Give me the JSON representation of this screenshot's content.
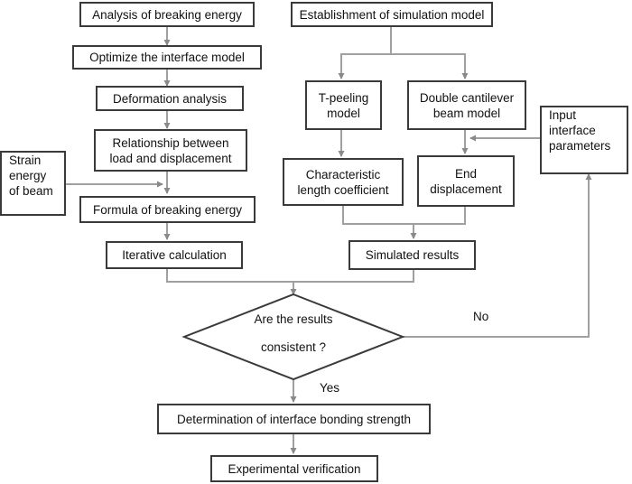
{
  "nodes": {
    "analysis_breaking_energy": "Analysis of breaking energy",
    "optimize_interface": "Optimize the interface model",
    "deformation_analysis": "Deformation analysis",
    "relationship_line1": "Relationship between",
    "relationship_line2": "load and displacement",
    "strain_line1": "Strain",
    "strain_line2": "energy",
    "strain_line3": "of beam",
    "formula_breaking_energy": "Formula of breaking energy",
    "iterative_calculation": "Iterative calculation",
    "establishment_simulation": "Establishment of simulation model",
    "tpeeling_line1": "T-peeling",
    "tpeeling_line2": "model",
    "dcb_line1": "Double cantilever",
    "dcb_line2": "beam model",
    "input_line1": "Input",
    "input_line2": "interface",
    "input_line3": "parameters",
    "characteristic_line1": "Characteristic",
    "characteristic_line2": "length coefficient",
    "end_line1": "End",
    "end_line2": "displacement",
    "simulated_results": "Simulated results",
    "decision_line1": "Are the results",
    "decision_line2": "consistent ?",
    "determination": "Determination of interface bonding strength",
    "experimental": "Experimental verification"
  },
  "edge_labels": {
    "no": "No",
    "yes": "Yes"
  },
  "colors": {
    "box_border": "#3a3a3a",
    "connector": "#a0a0a0",
    "text": "#111111",
    "background": "#ffffff"
  }
}
